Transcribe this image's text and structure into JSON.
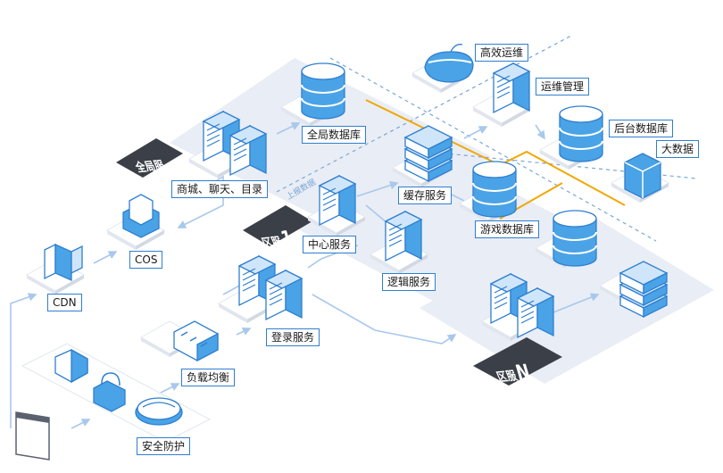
{
  "labels": {
    "ops_efficient": "高效运维",
    "ops_management": "运维管理",
    "backend_db": "后台数据库",
    "big_data": "大数据",
    "global_db": "全局数据库",
    "mall_chat_dir": "商城、聊天、目录",
    "cache_service": "缓存服务",
    "game_db": "游戏数据库",
    "central_service": "中心服务",
    "logic_service": "逻辑服务",
    "cos": "COS",
    "cdn": "CDN",
    "login_service": "登录服务",
    "load_balance": "负载均衡",
    "security": "安全防护"
  },
  "zones": {
    "global": "全局服",
    "zone1": "区服",
    "zone1_num": "1",
    "zoneN": "区服",
    "zoneN_num": "N",
    "report": "上报数据"
  },
  "colors": {
    "accent": "#2f7fd0",
    "icon_fill": "#4aa3e6",
    "platform": "#e9edf5",
    "tag_bg": "#3b3f47",
    "sync_line": "#f0a800",
    "link_line": "#a8c8ec"
  }
}
